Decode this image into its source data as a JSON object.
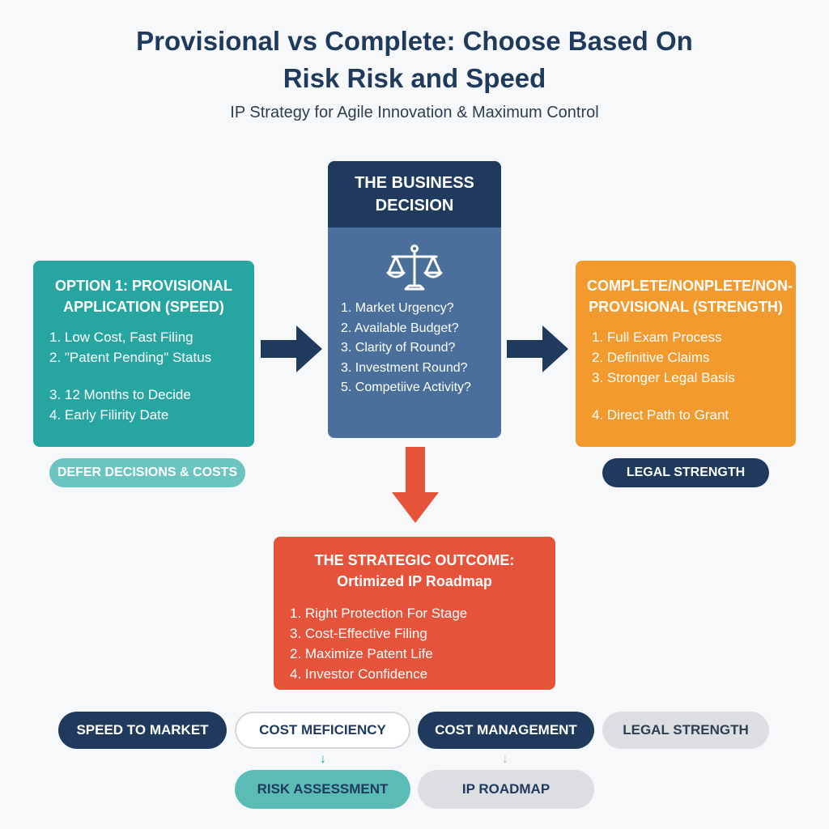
{
  "header": {
    "title_line1": "Provisional vs Complete: Choose Based On",
    "title_line2": "Risk Risk and Speed",
    "subtitle": "IP Strategy for Agile Innovation & Maximum Control"
  },
  "option1": {
    "title": "OPTION 1: PROVISIONAL APPLICATION (SPEED)",
    "items": [
      "1. Low Cost, Fast Filing",
      "2. \"Patent Pending\" Status",
      "3. 12 Months to Decide",
      "4. Early Filirity Date"
    ],
    "tag": "DEFER DECISIONS & COSTS"
  },
  "decision": {
    "title": "THE BUSINESS DECISION",
    "items": [
      "1. Market Urgency?",
      "2. Available Budget?",
      "3. Clarity of Round?",
      "3. Investment Round?",
      "5. Competiive Activity?"
    ]
  },
  "option2": {
    "title": "COMPLETE/NONPLETE/NON-PROVISIONAL (STRENGTH)",
    "items": [
      "1. Full Exam Process",
      "2. Definitive Claims",
      "3. Stronger Legal Basis",
      "4. Direct Path to Grant"
    ],
    "tag": "LEGAL STRENGTH"
  },
  "outcome": {
    "title": "THE STRATEGIC OUTCOME:",
    "subtitle": "Ortimized IP Roadmap",
    "items": [
      "1. Right Protection For Stage",
      "3. Cost-Effective Filing",
      "2. Maximize Patent Life",
      "4. Investor Confidence"
    ]
  },
  "bottom": {
    "row1": [
      "SPEED TO MARKET",
      "COST MEFICIENCY",
      "COST MANAGEMENT",
      "LEGAL STRENGTH"
    ],
    "row2": [
      "RISK ASSESSMENT",
      "IP ROADMAP"
    ],
    "arrow_glyph": "↓"
  },
  "colors": {
    "navy": "#1f3a5c",
    "teal": "#27a6a1",
    "steel": "#4a6f9a",
    "orange": "#f29a2e",
    "red": "#e5533b"
  },
  "icons": {
    "decision": "balance-scale-icon",
    "arrows": "arrow-right-icon"
  }
}
